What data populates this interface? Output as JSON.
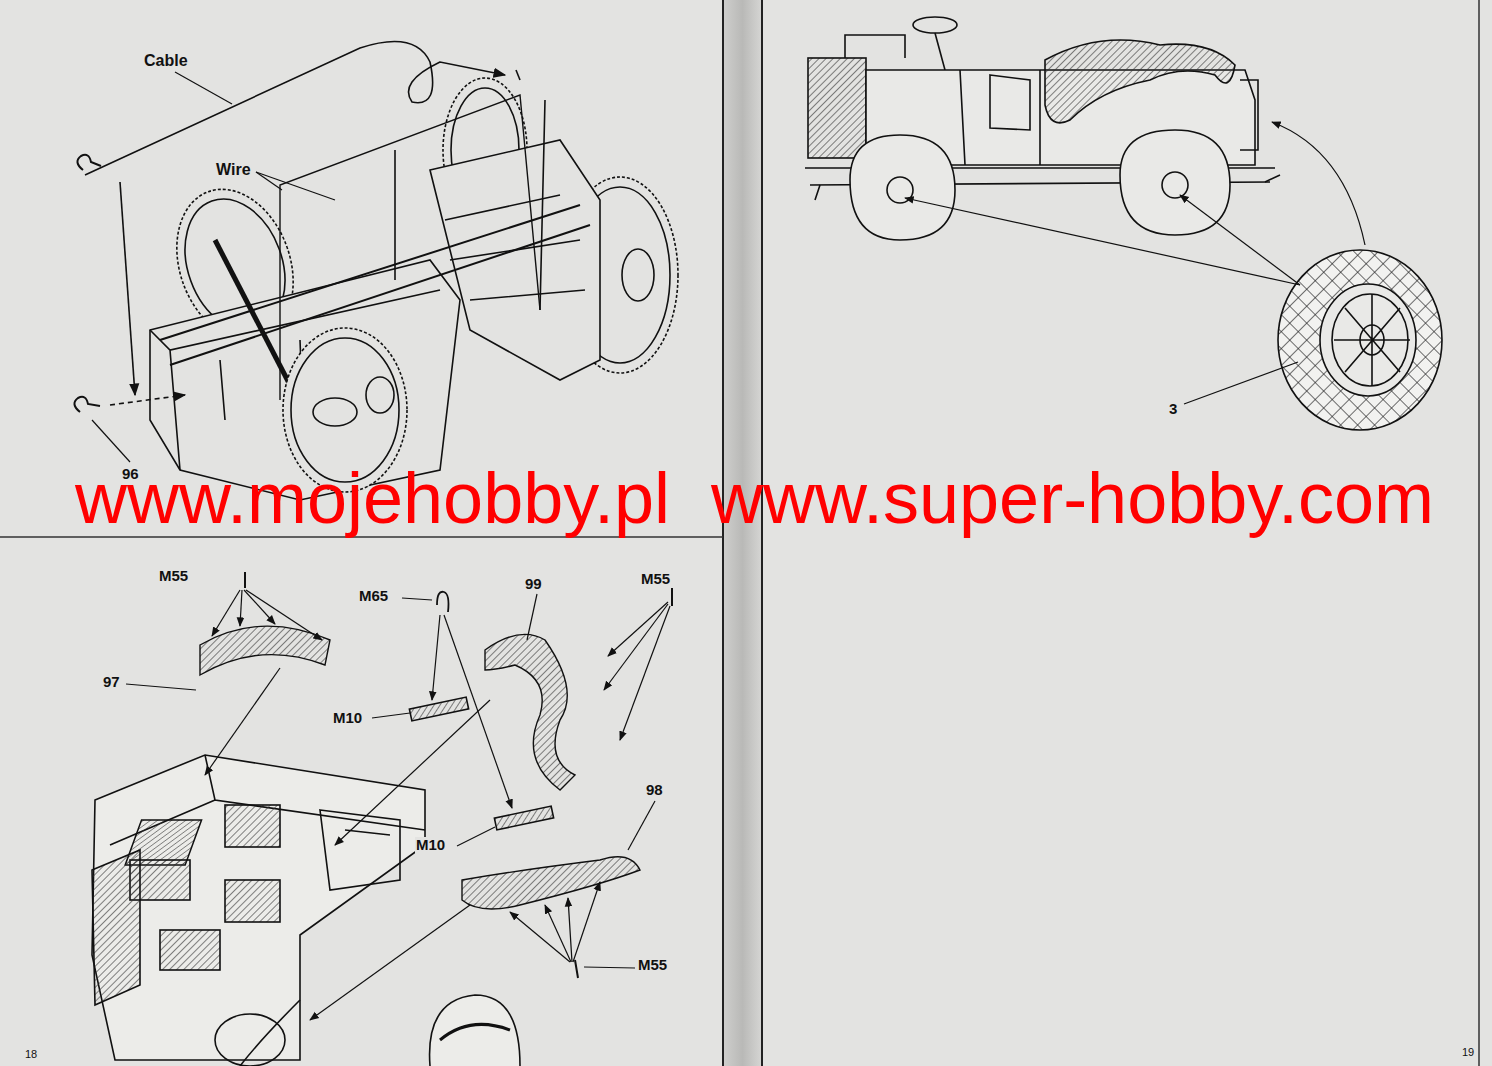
{
  "diagram": {
    "labels": [
      "Cable",
      "Wire",
      "96",
      "www.mojehobby.pl",
      "www.super-hobby.com",
      "M55",
      "97",
      "M65",
      "99",
      "M55",
      "M10",
      "M10",
      "98",
      "M55",
      "18",
      "3",
      "19"
    ]
  }
}
